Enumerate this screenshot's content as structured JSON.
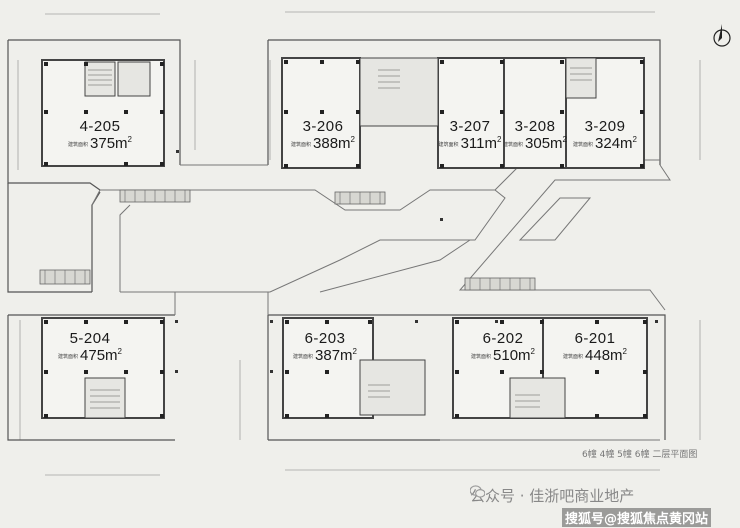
{
  "colors": {
    "background": "#efefeb",
    "wall": "#444444",
    "line": "#9a9a9a",
    "text": "#1a1a1a"
  },
  "units": [
    {
      "id": "u4205",
      "name": "4-205",
      "area": "375",
      "area_label": "建筑面积"
    },
    {
      "id": "u3206",
      "name": "3-206",
      "area": "388",
      "area_label": "建筑面积"
    },
    {
      "id": "u3207",
      "name": "3-207",
      "area": "311",
      "area_label": "建筑面积"
    },
    {
      "id": "u3208",
      "name": "3-208",
      "area": "305",
      "area_label": "建筑面积"
    },
    {
      "id": "u3209",
      "name": "3-209",
      "area": "324",
      "area_label": "建筑面积"
    },
    {
      "id": "u5204",
      "name": "5-204",
      "area": "475",
      "area_label": "建筑面积"
    },
    {
      "id": "u6203",
      "name": "6-203",
      "area": "387",
      "area_label": "建筑面积"
    },
    {
      "id": "u6202",
      "name": "6-202",
      "area": "510",
      "area_label": "建筑面积"
    },
    {
      "id": "u6201",
      "name": "6-201",
      "area": "448",
      "area_label": "建筑面积"
    }
  ],
  "unit_suffix": "m",
  "unit_sup": "2",
  "caption": "6幢 4幢 5幢 6幢 二层平面图",
  "watermark": "公众号 · 佳浙吧商业地产",
  "badge": "搜狐号@搜狐焦点黄冈站",
  "compass_icon": "north-arrow-icon",
  "wechat_icon": "wechat-icon"
}
